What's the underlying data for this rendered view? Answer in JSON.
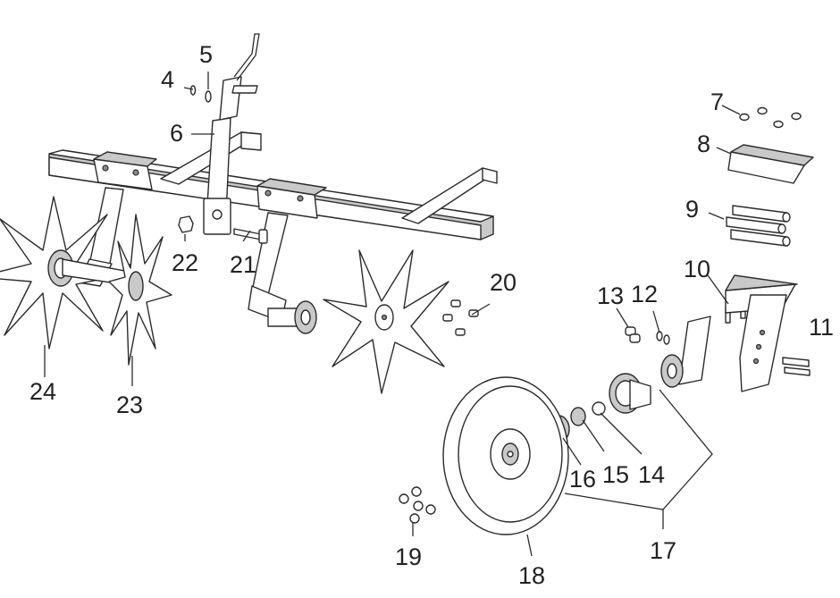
{
  "diagram": {
    "callouts": [
      "4",
      "5",
      "6",
      "7",
      "8",
      "9",
      "10",
      "11",
      "12",
      "13",
      "14",
      "15",
      "16",
      "17",
      "18",
      "19",
      "20",
      "21",
      "22",
      "23",
      "24"
    ]
  },
  "colors": {
    "line": "#2b2b2b",
    "shade": "#c9c9c9",
    "text": "#222222"
  }
}
